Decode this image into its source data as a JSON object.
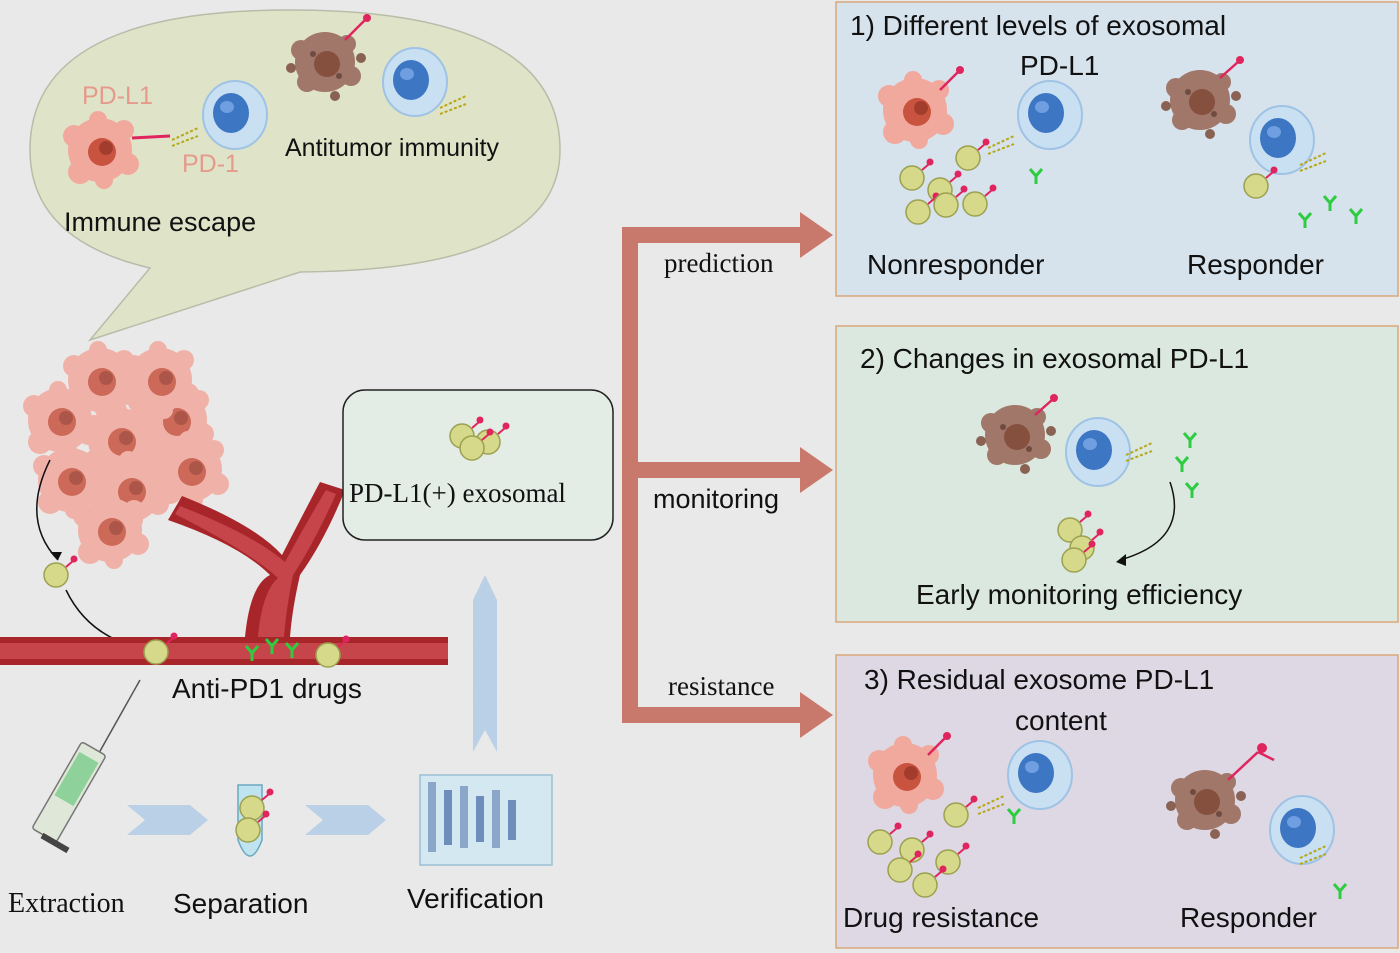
{
  "bubble": {
    "pdl1_label": "PD-L1",
    "pd1_label": "PD-1",
    "antitumor_label": "Antitumor immunity",
    "escape_label": "Immune escape"
  },
  "left": {
    "drugs_label": "Anti-PD1 drugs",
    "exosome_box_label": "PD-L1(+) exosomal",
    "steps": [
      "Extraction",
      "Separation",
      "Verification"
    ]
  },
  "arrows": [
    "prediction",
    "monitoring",
    "resistance"
  ],
  "panels": [
    {
      "title_line1": "1)  Different levels of exosomal",
      "title_line2": "PD-L1",
      "left_label": "Nonresponder",
      "right_label": "Responder"
    },
    {
      "title_line1": "2)  Changes in exosomal PD-L1",
      "caption": "Early monitoring efficiency"
    },
    {
      "title_line1": "3)  Residual exosome PD-L1",
      "title_line2": "content",
      "left_label": "Drug resistance",
      "right_label": "Responder"
    }
  ],
  "colors": {
    "background": "#e9e9e9",
    "bubble_fill": "#dfe4c8",
    "panel1_fill": "#d6e2ec",
    "panel2_fill": "#dbe8e0",
    "panel3_fill": "#ddd8e4",
    "panel_border": "#d9a87a",
    "arrow": "#c9796c",
    "label_pink": "#e69a8c",
    "vessel": "#a8262a",
    "exosome": "#d6d98a",
    "pdl1": "#e0245e",
    "antibody": "#2ecc40"
  },
  "icons": [
    "tumor-cell-icon",
    "t-cell-icon",
    "exosome-icon",
    "antibody-icon",
    "blood-vessel-icon",
    "syringe-icon",
    "tube-icon",
    "gel-icon"
  ]
}
